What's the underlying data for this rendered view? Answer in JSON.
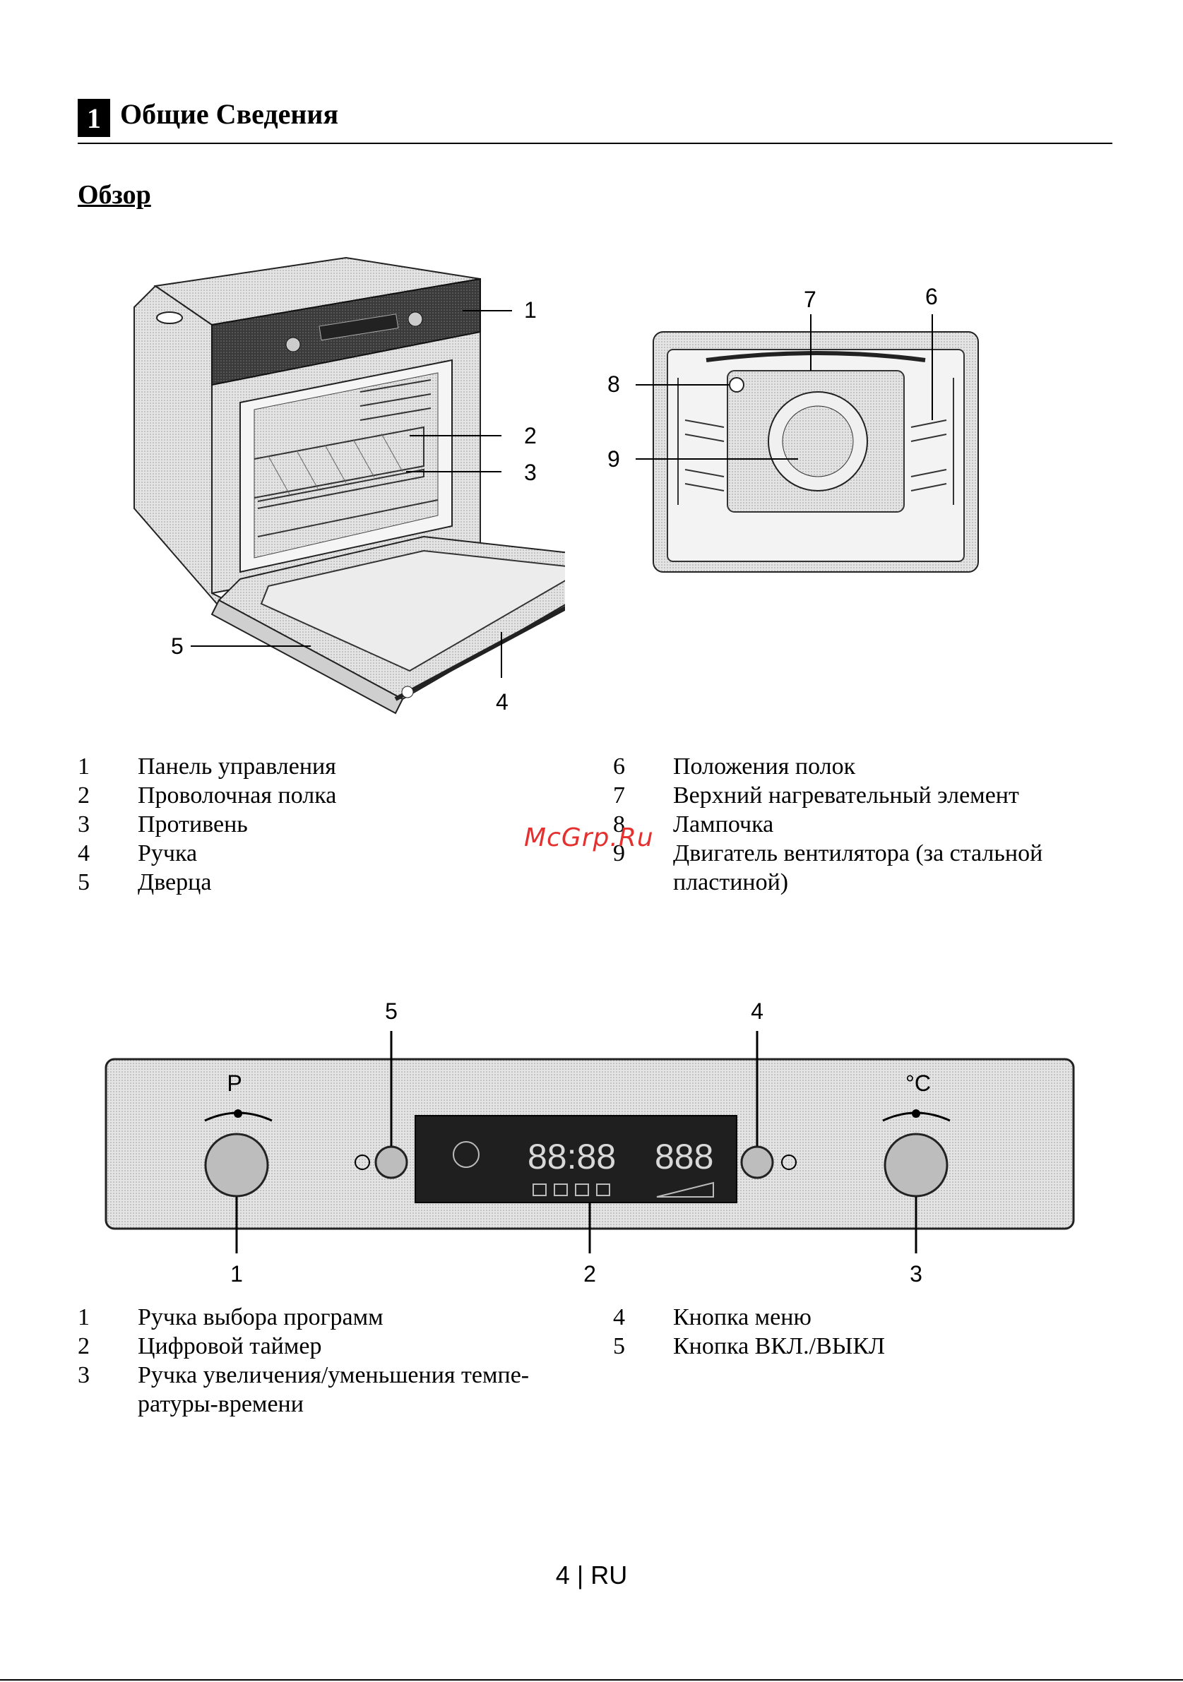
{
  "header": {
    "section_number": "1",
    "section_title": "Общие Сведения"
  },
  "subtitle": "Обзор",
  "oven_figure": {
    "callouts": [
      "1",
      "2",
      "3",
      "4",
      "5"
    ]
  },
  "cavity_figure": {
    "callouts": [
      "7",
      "6",
      "8",
      "9"
    ]
  },
  "legend_oven": [
    {
      "num": "1",
      "text": "Панель управления"
    },
    {
      "num": "2",
      "text": "Проволочная полка"
    },
    {
      "num": "3",
      "text": "Противень"
    },
    {
      "num": "4",
      "text": "Ручка"
    },
    {
      "num": "5",
      "text": "Дверца"
    },
    {
      "num": "6",
      "text": "Положения полок"
    },
    {
      "num": "7",
      "text": "Верхний нагревательный элемент"
    },
    {
      "num": "8",
      "text": "Лампочка"
    },
    {
      "num": "9",
      "text": "Двигатель вентилятора (за стальной пластиной)"
    }
  ],
  "panel_figure": {
    "callouts": [
      "5",
      "4",
      "1",
      "2",
      "3"
    ],
    "knob_left_label": "P",
    "knob_right_label": "°C",
    "display_time": "88:88",
    "display_temp": "888"
  },
  "legend_panel": [
    {
      "num": "1",
      "text": "Ручка выбора программ"
    },
    {
      "num": "2",
      "text": "Цифровой таймер"
    },
    {
      "num": "3",
      "text": "Ручка увеличения/уменьшения темпе-ратуры-времени"
    },
    {
      "num": "4",
      "text": "Кнопка меню"
    },
    {
      "num": "5",
      "text": "Кнопка ВКЛ./ВЫКЛ"
    }
  ],
  "watermark": "McGrp.Ru",
  "footer": {
    "page_number": "4",
    "separator": "|",
    "lang": "RU"
  }
}
